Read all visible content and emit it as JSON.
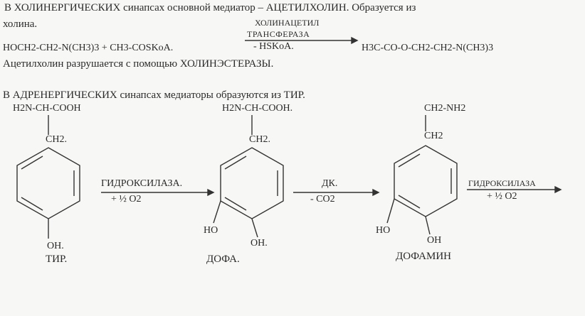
{
  "cholinergic": {
    "line1": "В ХОЛИНЕРГИЧЕСКИХ синапсах основной медиатор – АЦЕТИЛХОЛИН. Образуется из",
    "line2": "холина.",
    "reactant": "HOCH2-CH2-N(CH3)3 + CH3-COSKoA.",
    "enzyme_line1": "ХОЛИНАЦЕТИЛ",
    "enzyme_line2": "ТРАНСФЕРАЗА",
    "byproduct": "- HSKoA.",
    "product": "H3C-CO-O-CH2-CH2-N(CH3)3",
    "destruction": "Ацетилхолин разрушается с помощью ХОЛИНЭСТЕРАЗЫ."
  },
  "adrenergic": {
    "intro": "В АДРЕНЕРГИЧЕСКИХ синапсах медиаторы образуются из ТИР.",
    "tyr": {
      "top": "H2N-CH-COOH",
      "ch2": "CH2.",
      "oh": "OH.",
      "name": "ТИР."
    },
    "dopa": {
      "top": "H2N-CH-COOH.",
      "ch2": "CH2.",
      "ho": "HO",
      "oh": "OH.",
      "name": "ДОФА."
    },
    "dopamine": {
      "top": "CH2-NH2",
      "ch2": "CH2",
      "ho": "HO",
      "oh": "OH",
      "name": "ДОФАМИН"
    },
    "step1": {
      "enzyme": "ГИДРОКСИЛАЗА.",
      "cofactor": "+ ½ O2"
    },
    "step2": {
      "enzyme": "ДК.",
      "cofactor": "- CO2"
    },
    "step3": {
      "enzyme": "ГИДРОКСИЛАЗА",
      "cofactor": "+ ½ O2"
    }
  }
}
